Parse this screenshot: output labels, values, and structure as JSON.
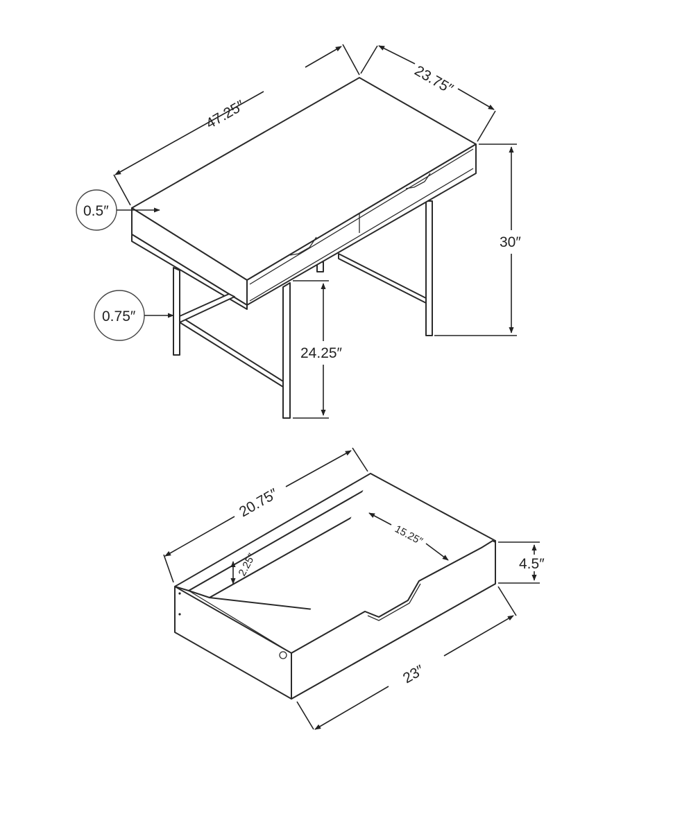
{
  "desk": {
    "width": "47.25″",
    "depth": "23.75″",
    "height": "30″",
    "clearance": "24.25″",
    "top_thickness": "0.5″",
    "leg_thickness": "0.75″"
  },
  "drawer": {
    "outer_width": "20.75″",
    "inner_width": "15.25″",
    "inner_depth": "2.25″",
    "height": "4.5″",
    "length": "23″"
  },
  "colors": {
    "line": "#222222",
    "background": "#ffffff"
  }
}
